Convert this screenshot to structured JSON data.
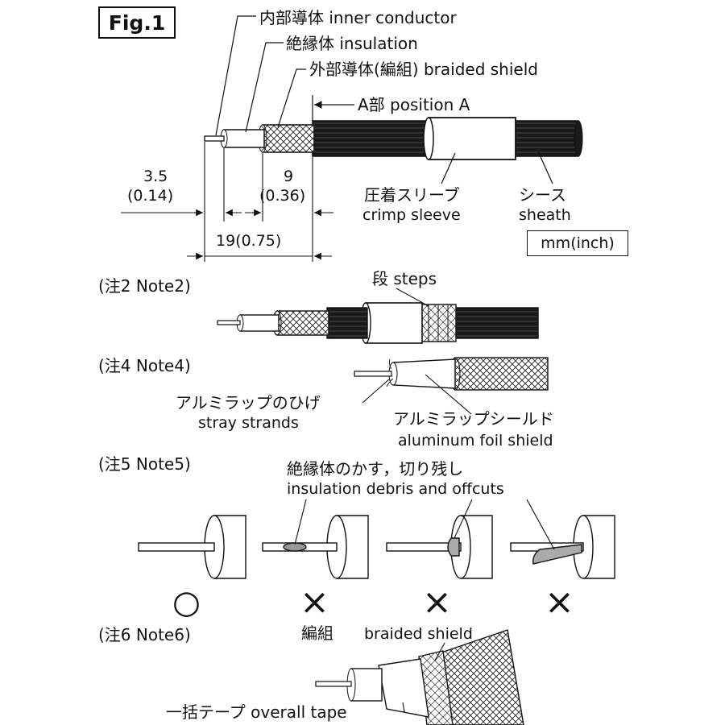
{
  "figure": {
    "title": "Fig.1",
    "unit": "mm(inch)"
  },
  "labels": {
    "inner_conductor": "内部導体  inner conductor",
    "insulation": "絶縁体  insulation",
    "braided_shield": "外部導体(編組)  braided shield",
    "position_a": "A部 position A",
    "crimp_sleeve_jp": "圧着スリーブ",
    "crimp_sleeve_en": "crimp sleeve",
    "sheath_jp": "シース",
    "sheath_en": "sheath"
  },
  "dimensions": {
    "d1_mm": "3.5",
    "d1_in": "(0.14)",
    "d2_mm": "9",
    "d2_in": "(0.36)",
    "d3": "19(0.75)"
  },
  "notes": {
    "note2": {
      "title": "(注2 Note2)",
      "steps": "段  steps"
    },
    "note4": {
      "title": "(注4 Note4)",
      "stray_jp": "アルミラップのひげ",
      "stray_en": "stray strands",
      "foil_jp": "アルミラップシールド",
      "foil_en": "aluminum foil shield"
    },
    "note5": {
      "title": "(注5 Note5)",
      "debris_jp": "絶縁体のかす，切り残し",
      "debris_en": "insulation debris and offcuts",
      "marks": [
        "○",
        "×",
        "×",
        "×"
      ]
    },
    "note6": {
      "title": "(注6 Note6)",
      "braid_jp": "編組",
      "braid_en": "braided shield",
      "tape": "一括テープ  overall tape"
    }
  }
}
